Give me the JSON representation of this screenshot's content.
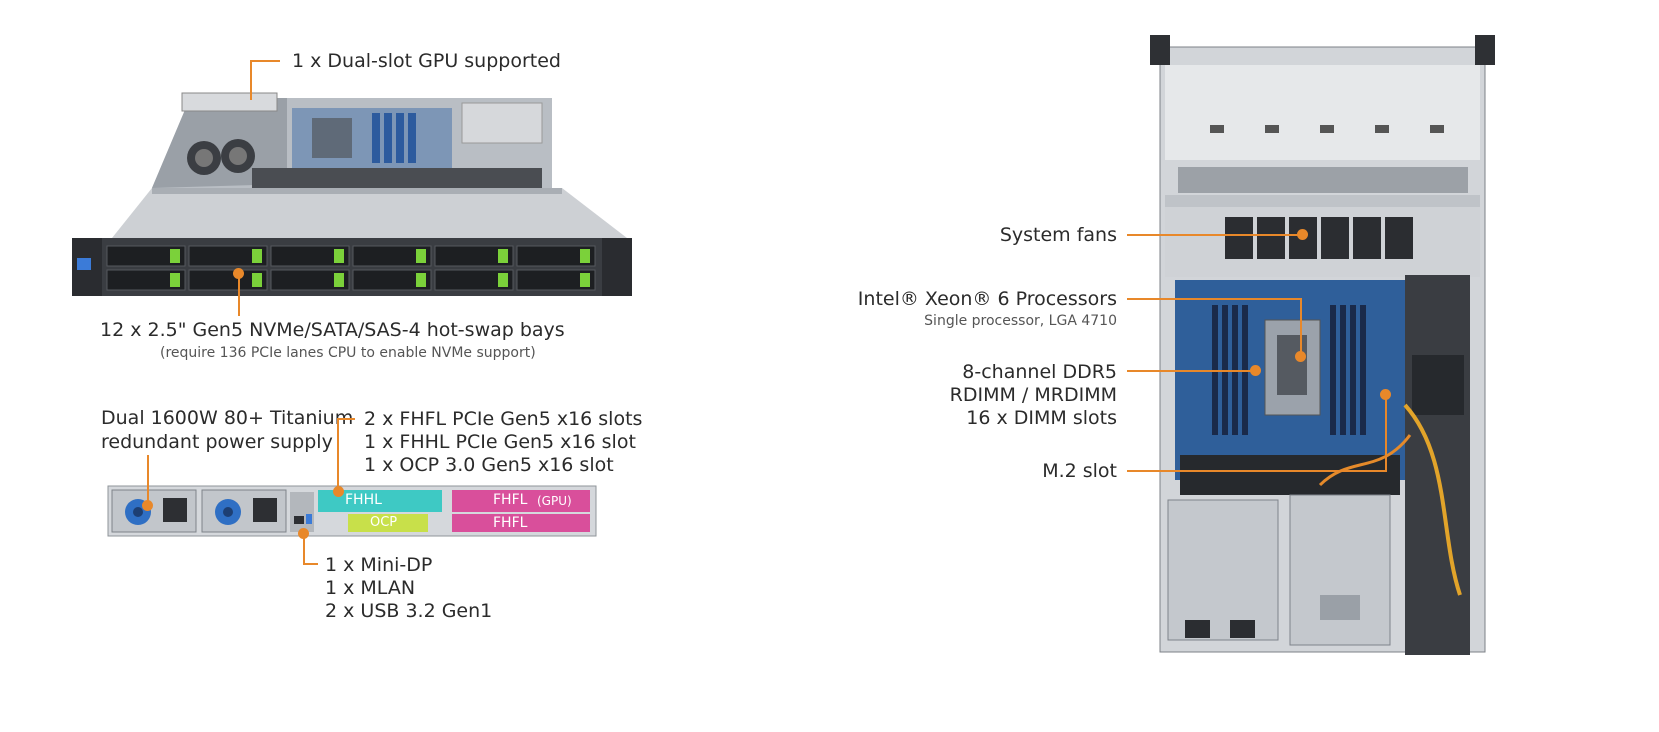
{
  "front": {
    "gpu_label": "1 x Dual-slot GPU supported",
    "bays_label": "12 x 2.5\" Gen5 NVMe/SATA/SAS-4 hot-swap bays",
    "bays_note": "(require 136 PCIe lanes CPU to enable NVMe support)"
  },
  "rear": {
    "psu_line1": "Dual 1600W 80+ Titanium",
    "psu_line2": "redundant power supply",
    "slots_line1": "2 x FHFL PCIe Gen5 x16 slots",
    "slots_line2": "1 x FHHL PCIe Gen5 x16 slot",
    "slots_line3": "1 x OCP 3.0 Gen5 x16 slot",
    "io_line1": "1 x Mini-DP",
    "io_line2": "1 x MLAN",
    "io_line3": "2 x USB 3.2 Gen1",
    "slot_fhhl": "FHHL",
    "slot_ocp": "OCP",
    "slot_fhfl_gpu": "FHFL",
    "slot_gpu_tag": "(GPU)",
    "slot_fhfl": "FHFL"
  },
  "top": {
    "fans_label": "System fans",
    "cpu_label": "Intel® Xeon® 6 Processors",
    "cpu_note": "Single processor, LGA 4710",
    "ddr_line1": "8-channel DDR5",
    "ddr_line2": "RDIMM / MRDIMM",
    "ddr_line3": "16 x DIMM slots",
    "m2_label": "M.2 slot"
  },
  "colors": {
    "leader": "#e8882a",
    "chassis": "#c9ccd0",
    "chassis_dark": "#3a3d42",
    "bay_green": "#7bd13a",
    "board_blue": "#2f5f9a",
    "slot_teal": "#3ec9c4",
    "slot_lime": "#c8e04a",
    "slot_pink": "#d94f9b"
  }
}
